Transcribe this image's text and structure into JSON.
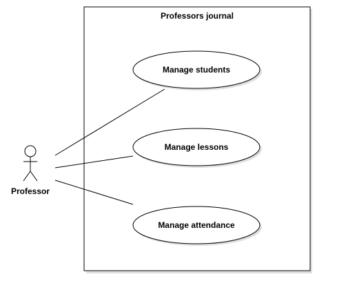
{
  "system": {
    "title": "Professors journal"
  },
  "actor": {
    "name": "Professor"
  },
  "use_cases": [
    {
      "label": "Manage students"
    },
    {
      "label": "Manage lessons"
    },
    {
      "label": "Manage attendance"
    }
  ],
  "colors": {
    "stroke": "#000000",
    "background": "#ffffff",
    "shadow": "#e0e0e0"
  }
}
